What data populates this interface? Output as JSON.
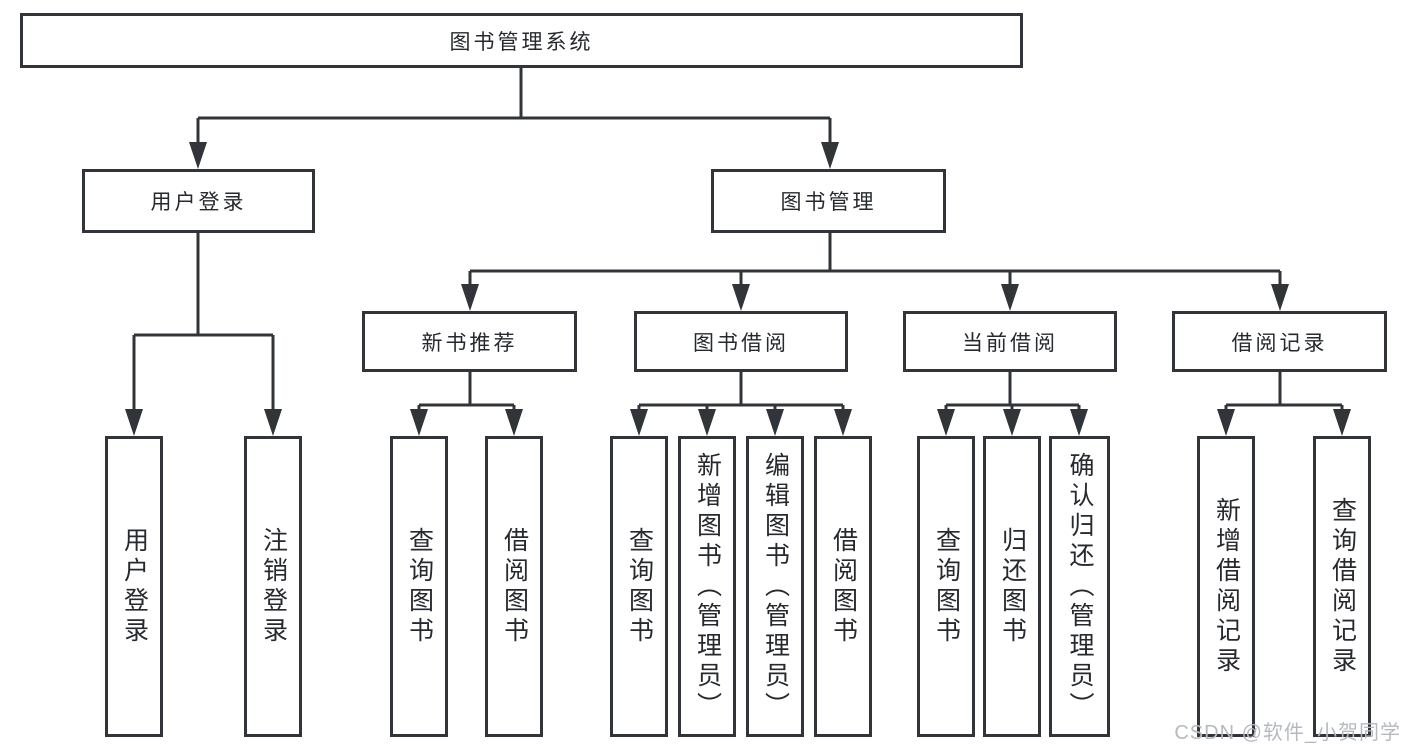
{
  "diagram": {
    "title": "图书管理系统",
    "root": {
      "label": "图书管理系统"
    },
    "level2": [
      {
        "label": "用户登录"
      },
      {
        "label": "图书管理"
      }
    ],
    "level3": [
      {
        "label": "新书推荐",
        "parent": "图书管理"
      },
      {
        "label": "图书借阅",
        "parent": "图书管理"
      },
      {
        "label": "当前借阅",
        "parent": "图书管理"
      },
      {
        "label": "借阅记录",
        "parent": "图书管理"
      }
    ],
    "leaves": [
      {
        "label": "用户登录",
        "parent": "用户登录"
      },
      {
        "label": "注销登录",
        "parent": "用户登录"
      },
      {
        "label": "查询图书",
        "parent": "新书推荐"
      },
      {
        "label": "借阅图书",
        "parent": "新书推荐"
      },
      {
        "label": "查询图书",
        "parent": "图书借阅"
      },
      {
        "label": "新增图书（管理员）",
        "parent": "图书借阅"
      },
      {
        "label": "编辑图书（管理员）",
        "parent": "图书借阅"
      },
      {
        "label": "借阅图书",
        "parent": "图书借阅"
      },
      {
        "label": "查询图书",
        "parent": "当前借阅"
      },
      {
        "label": "归还图书",
        "parent": "当前借阅"
      },
      {
        "label": "确认归还（管理员）",
        "parent": "当前借阅"
      },
      {
        "label": "新增借阅记录",
        "parent": "借阅记录"
      },
      {
        "label": "查询借阅记录",
        "parent": "借阅记录"
      }
    ]
  },
  "watermark": {
    "text": "CSDN @软件_小贺同学"
  },
  "colors": {
    "line": "#313438",
    "text": "#26292e",
    "background": "#ffffff",
    "watermark": "#b6bac0"
  }
}
